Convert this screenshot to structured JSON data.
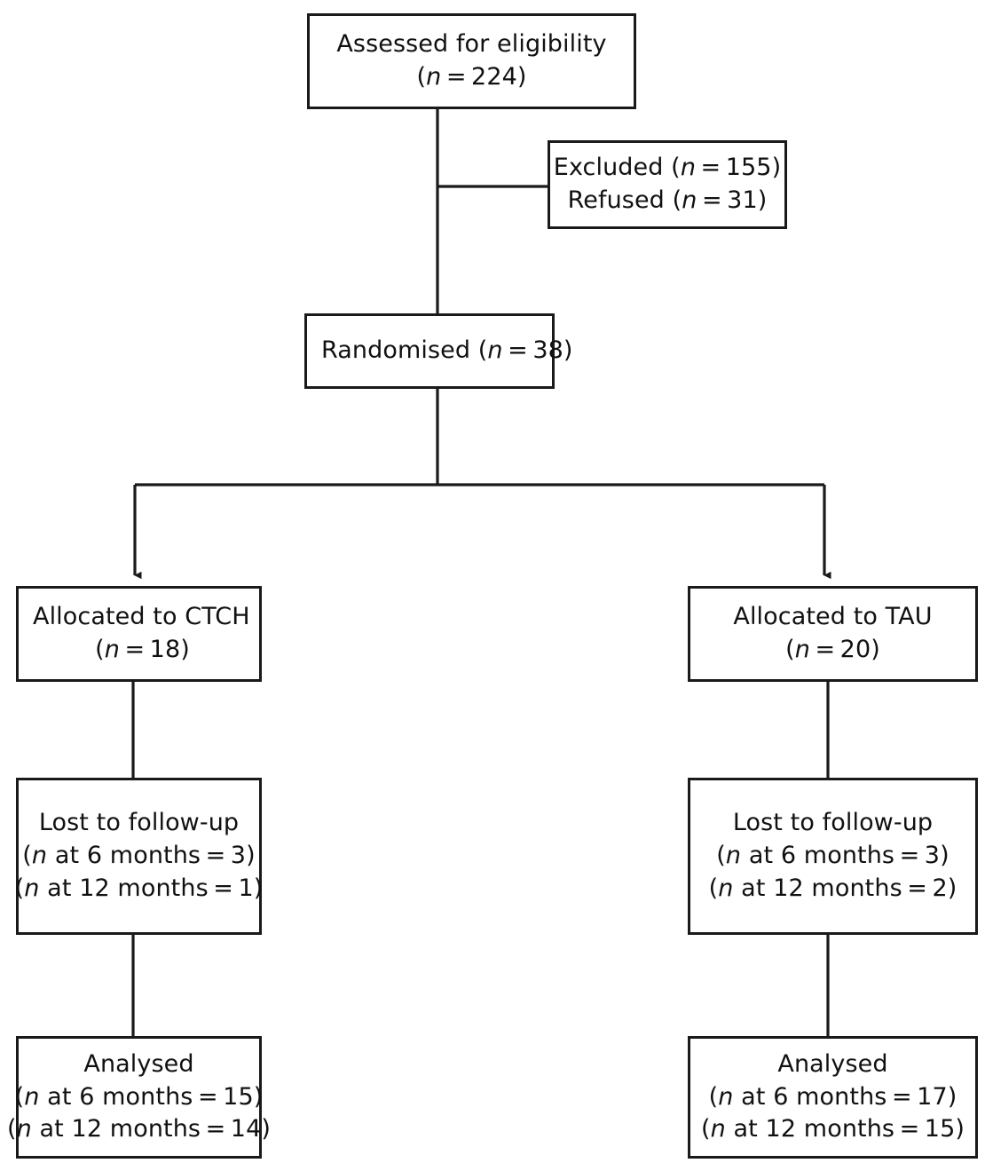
{
  "diagram": {
    "type": "consort-flow-diagram",
    "title": "CONSORT participant flow",
    "line_color": "#1a1a1a",
    "box_fill": "#ffffff",
    "background": "#ffffff"
  },
  "nodes": {
    "assessed": {
      "name": "assessed-for-eligibility",
      "lines": [
        "Assessed for eligibility",
        "(n = 224)"
      ],
      "label": "Assessed for eligibility",
      "n": 224
    },
    "excluded": {
      "name": "excluded",
      "lines": [
        "Excluded (n = 155)",
        "Refused (n = 31)"
      ],
      "excluded_n": 155,
      "refused_n": 31
    },
    "randomised": {
      "name": "randomised",
      "lines": [
        "Randomised (n = 38)"
      ],
      "n": 38
    },
    "alloc_ctch": {
      "name": "allocated-to-ctch",
      "lines": [
        "Allocated to CTCH",
        "(n = 18)"
      ],
      "arm": "CTCH",
      "n": 18
    },
    "alloc_tau": {
      "name": "allocated-to-tau",
      "lines": [
        "Allocated to TAU",
        "(n = 20)"
      ],
      "arm": "TAU",
      "n": 20
    },
    "lost_ctch": {
      "name": "lost-to-follow-up-ctch",
      "lines": [
        "Lost to follow-up",
        "(n at 6 months = 3)",
        "(n at 12 months = 1)"
      ],
      "n_6_months": 3,
      "n_12_months": 1
    },
    "lost_tau": {
      "name": "lost-to-follow-up-tau",
      "lines": [
        "Lost to follow-up",
        "(n at 6 months = 3)",
        "(n at 12 months = 2)"
      ],
      "n_6_months": 3,
      "n_12_months": 2
    },
    "analysed_ctch": {
      "name": "analysed-ctch",
      "lines": [
        "Analysed",
        "(n at 6 months = 15)",
        "(n at 12 months = 14)"
      ],
      "n_6_months": 15,
      "n_12_months": 14
    },
    "analysed_tau": {
      "name": "analysed-tau",
      "lines": [
        "Analysed",
        "(n at 6 months = 17)",
        "(n at 12 months = 15)"
      ],
      "n_6_months": 17,
      "n_12_months": 15
    }
  },
  "edges": [
    {
      "name": "assessed-to-randomised",
      "from": "assessed",
      "to": "randomised"
    },
    {
      "name": "assessed-to-excluded",
      "from": "assessed",
      "to": "excluded"
    },
    {
      "name": "randomised-to-alloc-ctch",
      "from": "randomised",
      "to": "alloc_ctch",
      "arrow": true
    },
    {
      "name": "randomised-to-alloc-tau",
      "from": "randomised",
      "to": "alloc_tau",
      "arrow": true
    },
    {
      "name": "alloc-ctch-to-lost-ctch",
      "from": "alloc_ctch",
      "to": "lost_ctch"
    },
    {
      "name": "alloc-tau-to-lost-tau",
      "from": "alloc_tau",
      "to": "lost_tau"
    },
    {
      "name": "lost-ctch-to-analysed-ctch",
      "from": "lost_ctch",
      "to": "analysed_ctch"
    },
    {
      "name": "lost-tau-to-analysed-tau",
      "from": "lost_tau",
      "to": "analysed_tau"
    }
  ]
}
